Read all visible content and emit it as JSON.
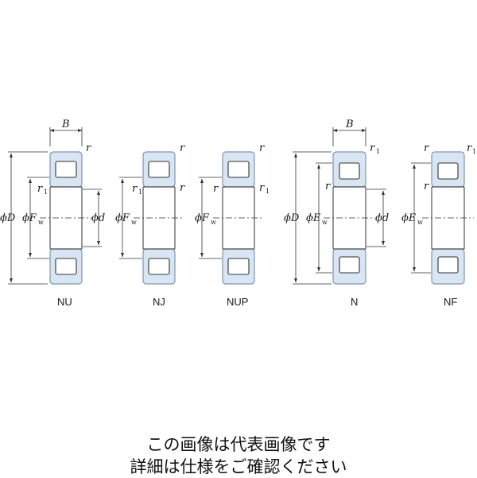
{
  "colors": {
    "ring_fill": "#d8e5f2",
    "ring_stroke": "#7f97ae",
    "line": "#333333"
  },
  "labels": {
    "B": "B",
    "r": "r",
    "r1": "r",
    "sub1": "1",
    "phi": "ϕ",
    "D": "D",
    "d": "d",
    "F": "F",
    "E": "E",
    "w": "w"
  },
  "bearings": [
    {
      "id": "nu",
      "code": "NU"
    },
    {
      "id": "nj",
      "code": "NJ"
    },
    {
      "id": "nup",
      "code": "NUP"
    },
    {
      "id": "n",
      "code": "N"
    },
    {
      "id": "nf",
      "code": "NF"
    }
  ],
  "notice": {
    "line1": "この画像は代表画像です",
    "line2": "詳細は仕様をご確認ください"
  }
}
